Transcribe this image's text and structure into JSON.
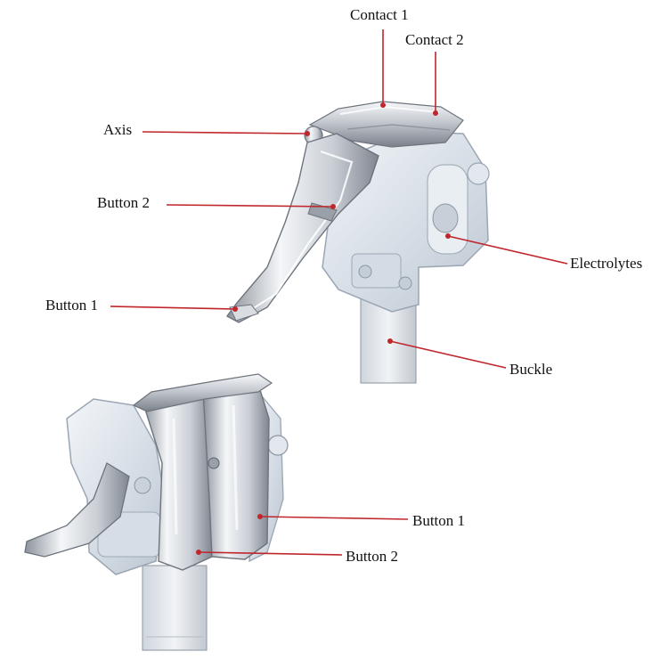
{
  "colors": {
    "leader": "#c0272d",
    "metal_light": "#eceef1",
    "metal_mid": "#b9bec6",
    "metal_dark": "#6f757e",
    "plastic": "#dfe6ee",
    "plastic_edge": "#9aa6b3"
  },
  "top_view": {
    "labels": {
      "contact1": "Contact 1",
      "contact2": "Contact 2",
      "axis": "Axis",
      "button2": "Button 2",
      "button1": "Button 1",
      "electrolytes": "Electrolytes",
      "buckle": "Buckle"
    }
  },
  "bottom_view": {
    "labels": {
      "button1": "Button 1",
      "button2": "Button 2"
    }
  }
}
